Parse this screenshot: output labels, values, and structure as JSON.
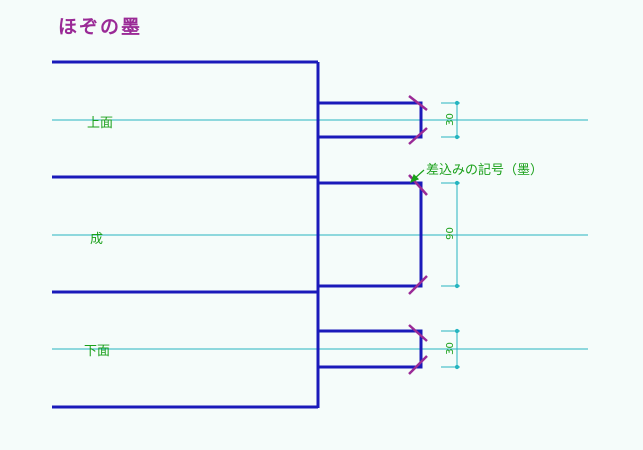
{
  "title": "ほぞの墨",
  "labels": {
    "top_face": "上面",
    "height": "成",
    "bottom_face": "下面",
    "insert_mark": "差込みの記号（墨）"
  },
  "dimensions": {
    "top": "30",
    "middle": "90",
    "bottom": "30"
  },
  "colors": {
    "background": "#f5fcfa",
    "timber_line": "#1a1aba",
    "center_line": "#26b5c0",
    "mark": "#9a2a96",
    "annotation": "#1aa01a"
  }
}
